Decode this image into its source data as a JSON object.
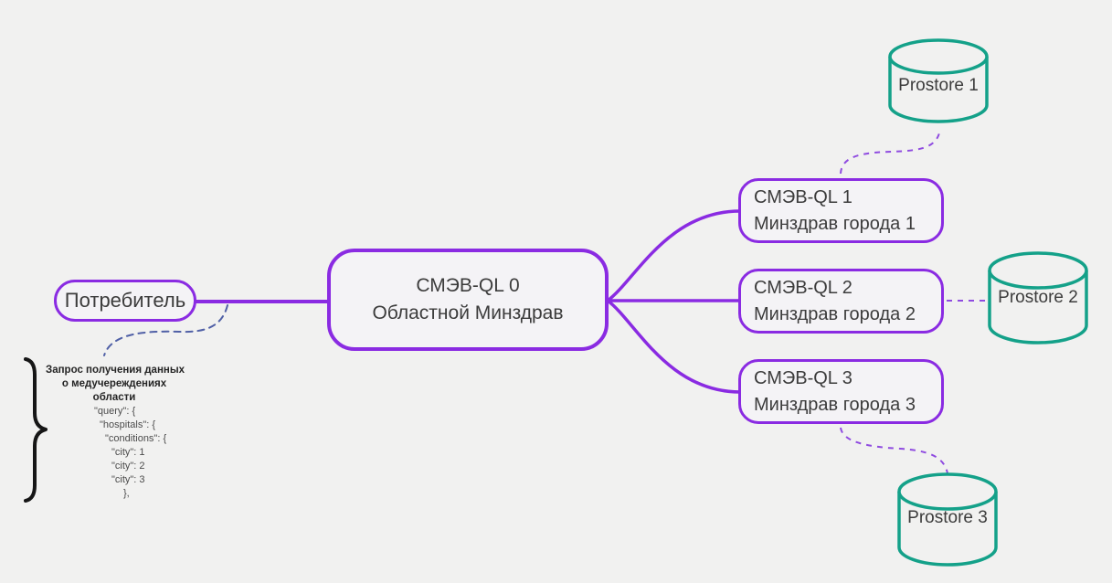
{
  "palette": {
    "purple": "#8a2be2",
    "purple-dash": "#8f4be0",
    "slate": "#5060a6",
    "teal": "#14a189",
    "ink": "#3c3c3c",
    "bg": "#f1f1f0"
  },
  "consumer": {
    "label": "Потребитель"
  },
  "hub": {
    "line1": "СМЭВ-QL 0",
    "line2": "Областной Минздрав"
  },
  "branches": [
    {
      "line1": "СМЭВ-QL 1",
      "line2": "Минздрав города 1"
    },
    {
      "line1": "СМЭВ-QL 2",
      "line2": "Минздрав города 2"
    },
    {
      "line1": "СМЭВ-QL 3",
      "line2": "Минздрав города 3"
    }
  ],
  "datastores": [
    {
      "label": "Prostore 1"
    },
    {
      "label": "Prostore 2"
    },
    {
      "label": "Prostore 3"
    }
  ],
  "annotation": {
    "title_lines": [
      "Запрос получения данных",
      "о медучереждениях",
      "области"
    ],
    "code_lines": [
      "\"query\": {",
      "\"hospitals\": {",
      "\"conditions\": {",
      "\"city\": 1",
      "\"city\": 2",
      "\"city\": 3",
      "},"
    ]
  }
}
